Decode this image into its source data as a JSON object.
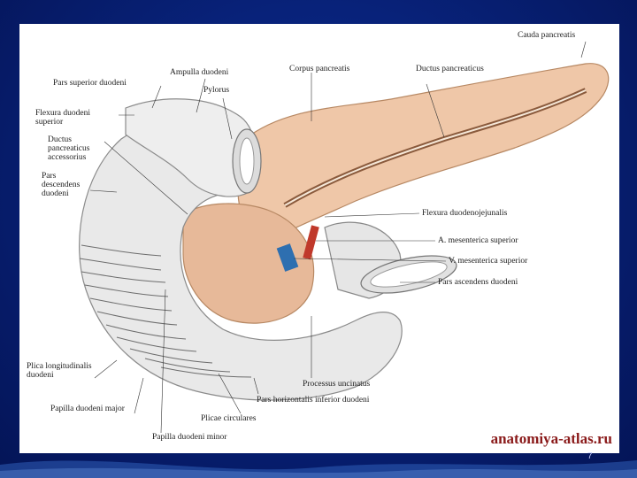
{
  "labels": {
    "cauda_pancreatis": "Cauda pancreatis",
    "ductus_pancreaticus": "Ductus pancreaticus",
    "corpus_pancreatis": "Corpus pancreatis",
    "ampulla_duodeni": "Ampulla duodeni",
    "pylorus": "Pylorus",
    "pars_superior_duodeni": "Pars superior duodeni",
    "flexura_duodeni_superior": "Flexura duodeni superior",
    "ductus_pancreaticus_accessorius": "Ductus pancreaticus accessorius",
    "pars_descendens_duodeni": "Pars descendens duodeni",
    "flexura_duodenojejunalis": "Flexura duodenojejunalis",
    "a_mesenterica_superior": "A. mesenterica superior",
    "v_mesenterica_superior": "V. mesenterica superior",
    "pars_ascendens_duodeni": "Pars ascendens duodeni",
    "plica_longitudinalis_duodeni": "Plica longitudinalis duodeni",
    "papilla_duodeni_major": "Papilla duodeni major",
    "processus_uncinatus": "Processus uncinatus",
    "pars_horizontalis_inferior_duodeni": "Pars horizontalis inferior duodeni",
    "plicae_circulares": "Plicae circulares",
    "papilla_duodeni_minor": "Papilla duodeni minor"
  },
  "watermark": "anatomiya-atlas.ru",
  "page_number": "7"
}
